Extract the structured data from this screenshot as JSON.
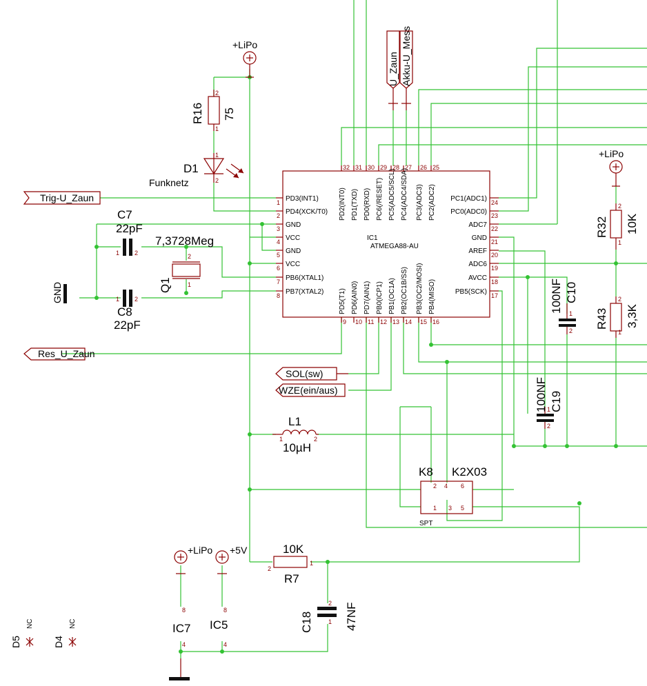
{
  "ic1": {
    "name": "IC1",
    "part": "ATMEGA88-AU",
    "left_pins": [
      {
        "num": "1",
        "label": "PD3(INT1)"
      },
      {
        "num": "2",
        "label": "PD4(XCK/T0)"
      },
      {
        "num": "3",
        "label": "GND"
      },
      {
        "num": "4",
        "label": "VCC"
      },
      {
        "num": "5",
        "label": "GND"
      },
      {
        "num": "6",
        "label": "VCC"
      },
      {
        "num": "7",
        "label": "PB6(XTAL1)"
      },
      {
        "num": "8",
        "label": "PB7(XTAL2)"
      }
    ],
    "right_pins": [
      {
        "num": "24",
        "label": "PC1(ADC1)"
      },
      {
        "num": "23",
        "label": "PC0(ADC0)"
      },
      {
        "num": "22",
        "label": "ADC7"
      },
      {
        "num": "21",
        "label": "GND"
      },
      {
        "num": "20",
        "label": "AREF"
      },
      {
        "num": "19",
        "label": "ADC6"
      },
      {
        "num": "18",
        "label": "AVCC"
      },
      {
        "num": "17",
        "label": "PB5(SCK)"
      }
    ],
    "top_pins": [
      {
        "num": "32",
        "label": "PD2(INT0)"
      },
      {
        "num": "31",
        "label": "PD1(TXD)"
      },
      {
        "num": "30",
        "label": "PD0(RXD)"
      },
      {
        "num": "29",
        "label": "PC6(/RESET)"
      },
      {
        "num": "28",
        "label": "PC5(ADC5/SCL)"
      },
      {
        "num": "27",
        "label": "PC4(ADC4/SDA)"
      },
      {
        "num": "26",
        "label": "PC3(ADC3)"
      },
      {
        "num": "25",
        "label": "PC2(ADC2)"
      }
    ],
    "bottom_pins": [
      {
        "num": "9",
        "label": "PD5(T1)"
      },
      {
        "num": "10",
        "label": "PD6(AIN0)"
      },
      {
        "num": "11",
        "label": "PD7(AIN1)"
      },
      {
        "num": "12",
        "label": "PB0(ICP1)"
      },
      {
        "num": "13",
        "label": "PB1(OC1A)"
      },
      {
        "num": "14",
        "label": "PB2(OC1B/SS)"
      },
      {
        "num": "15",
        "label": "PB3(OC2/MOSI)"
      },
      {
        "num": "16",
        "label": "PB4(MISO)"
      }
    ]
  },
  "components": {
    "r16": {
      "name": "R16",
      "value": "75"
    },
    "d1": {
      "name": "D1",
      "value": "Funknetz"
    },
    "c7": {
      "name": "C7",
      "value": "22pF"
    },
    "c8": {
      "name": "C8",
      "value": "22pF"
    },
    "q1": {
      "name": "Q1",
      "value": "7,3728Meg"
    },
    "r32": {
      "name": "R32",
      "value": "10K"
    },
    "r43": {
      "name": "R43",
      "value": "3,3K"
    },
    "c10": {
      "name": "C10",
      "value": "100NF"
    },
    "c19": {
      "name": "C19",
      "value": "100NF"
    },
    "l1": {
      "name": "L1",
      "value": "10µH"
    },
    "k8": {
      "name": "K8",
      "value": "K2X03",
      "sub": "SPT"
    },
    "r7": {
      "name": "R7",
      "value": "10K"
    },
    "c18": {
      "name": "C18",
      "value": "47NF"
    },
    "ic7": {
      "name": "IC7"
    },
    "ic5": {
      "name": "IC5"
    },
    "d5": {
      "name": "D5",
      "value": "NC"
    },
    "d4": {
      "name": "D4",
      "value": "NC"
    }
  },
  "ports": {
    "trig": "Trig-U_Zaun",
    "res": "Res_U_Zaun",
    "sol": "SOL(sw)",
    "wze": "WZE(ein/aus)",
    "u_zaun": "U_Zaun",
    "akku": "Akku-U_Mess"
  },
  "supplies": {
    "lipo": "+LiPo",
    "v5": "+5V",
    "gnd": "GND"
  }
}
